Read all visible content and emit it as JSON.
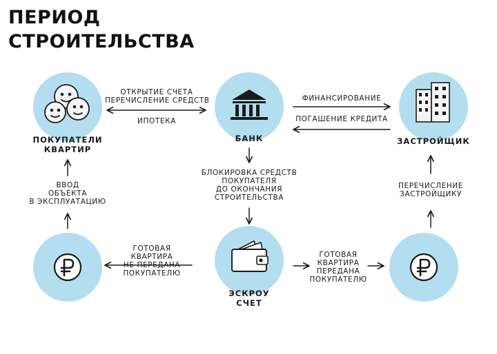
{
  "title": {
    "line1": "ПЕРИОД",
    "line2": "СТРОИТЕЛЬСТВА"
  },
  "colors": {
    "circle": "#b3def0",
    "ink": "#1a1a1a"
  },
  "nodes": {
    "buyers": {
      "label_line1": "ПОКУПАТЕЛИ",
      "label_line2": "КВАРТИР",
      "icon": "people-faces-icon"
    },
    "bank": {
      "label": "БАНК",
      "icon": "bank-building-icon"
    },
    "developer": {
      "label": "ЗАСТРОЙЩИК",
      "icon": "office-buildings-icon"
    },
    "escrow": {
      "label_line1": "ЭСКРОУ",
      "label_line2": "СЧЕТ",
      "icon": "wallet-money-icon"
    },
    "ruble_left": {
      "icon": "ruble-coin-icon"
    },
    "ruble_right": {
      "icon": "ruble-coin-icon"
    }
  },
  "edges": {
    "open_account": {
      "line1": "ОТКРЫТИЕ СЧЕТА",
      "line2": "ПЕРЕЧИСЛЕНИЕ СРЕДСТВ"
    },
    "mortgage": {
      "line1": "ИПОТЕКА"
    },
    "financing": {
      "line1": "ФИНАНСИРОВАНИЕ"
    },
    "loan_repayment": {
      "line1": "ПОГАШЕНИЕ КРЕДИТА"
    },
    "block_funds": {
      "line1": "БЛОКИРОВКА СРЕДСТВ",
      "line2": "ПОКУПАТЕЛЯ",
      "line3": "ДО ОКОНЧАНИЯ",
      "line4": "СТРОИТЕЛЬСТВА"
    },
    "commissioning": {
      "line1": "ВВОД",
      "line2": "ОБЪЕКТА",
      "line3": "В ЭКСПЛУАТАЦИЮ"
    },
    "transfer_dev": {
      "line1": "ПЕРЕЧИСЛЕНИЕ",
      "line2": "ЗАСТРОЙЩИКУ"
    },
    "not_transferred": {
      "line1": "ГОТОВАЯ",
      "line2": "КВАРТИРА",
      "line3": "НЕ ПЕРЕДАНА",
      "line4": "ПОКУПАТЕЛЮ"
    },
    "transferred": {
      "line1": "ГОТОВАЯ",
      "line2": "КВАРТИРА",
      "line3": "ПЕРЕДАНА",
      "line4": "ПОКУПАТЕЛЮ"
    }
  }
}
